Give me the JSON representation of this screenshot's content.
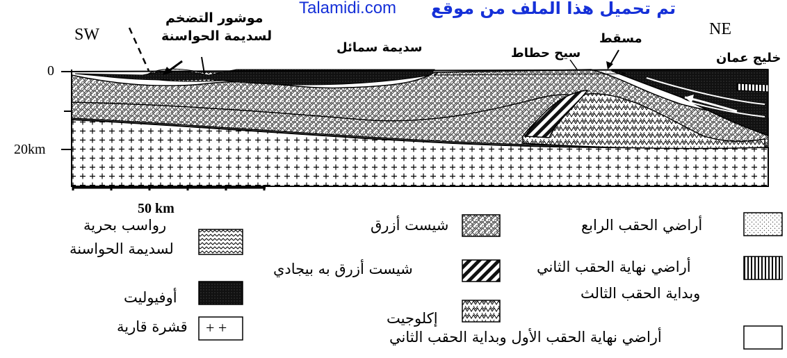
{
  "watermark": {
    "arabic": "تم تحميل هذا الملف من موقع",
    "site": "Talamidi.com"
  },
  "section": {
    "sw": "SW",
    "ne": "NE",
    "depth_0": "0",
    "depth_20": "20km",
    "scale": "50 km",
    "labels": {
      "accretion_prism_l1": "موشور التضخم",
      "accretion_prism_l2": "لسديمة الحواسنة",
      "semail_nappe": "سديمة سمائل",
      "hatat_window": "سيح حطاط",
      "muscat": "مسقط",
      "gulf_of_oman": "خليج عمان"
    }
  },
  "legend": {
    "quaternary": "أراضي الحقب الرابع",
    "late_primary_l1": "أراضي نهاية الحقب الثاني",
    "late_primary_l2": "وبداية الحقب الثالث",
    "late_first_l1": "أراضي نهاية الحقب الأول وبداية الحقب الثاني",
    "blueschist": "شيست أزرق",
    "jadeite_blueschist": "شيست أزرق به بيجادي",
    "eclogite": "إكلوجيت",
    "hawasina_sediments_l1": "رواسب بحرية",
    "hawasina_sediments_l2": "لسديمة الحواسنة",
    "ophiolite": "أوفيوليت",
    "continental_crust": "قشرة قارية",
    "crust_symbol": "+ +"
  }
}
